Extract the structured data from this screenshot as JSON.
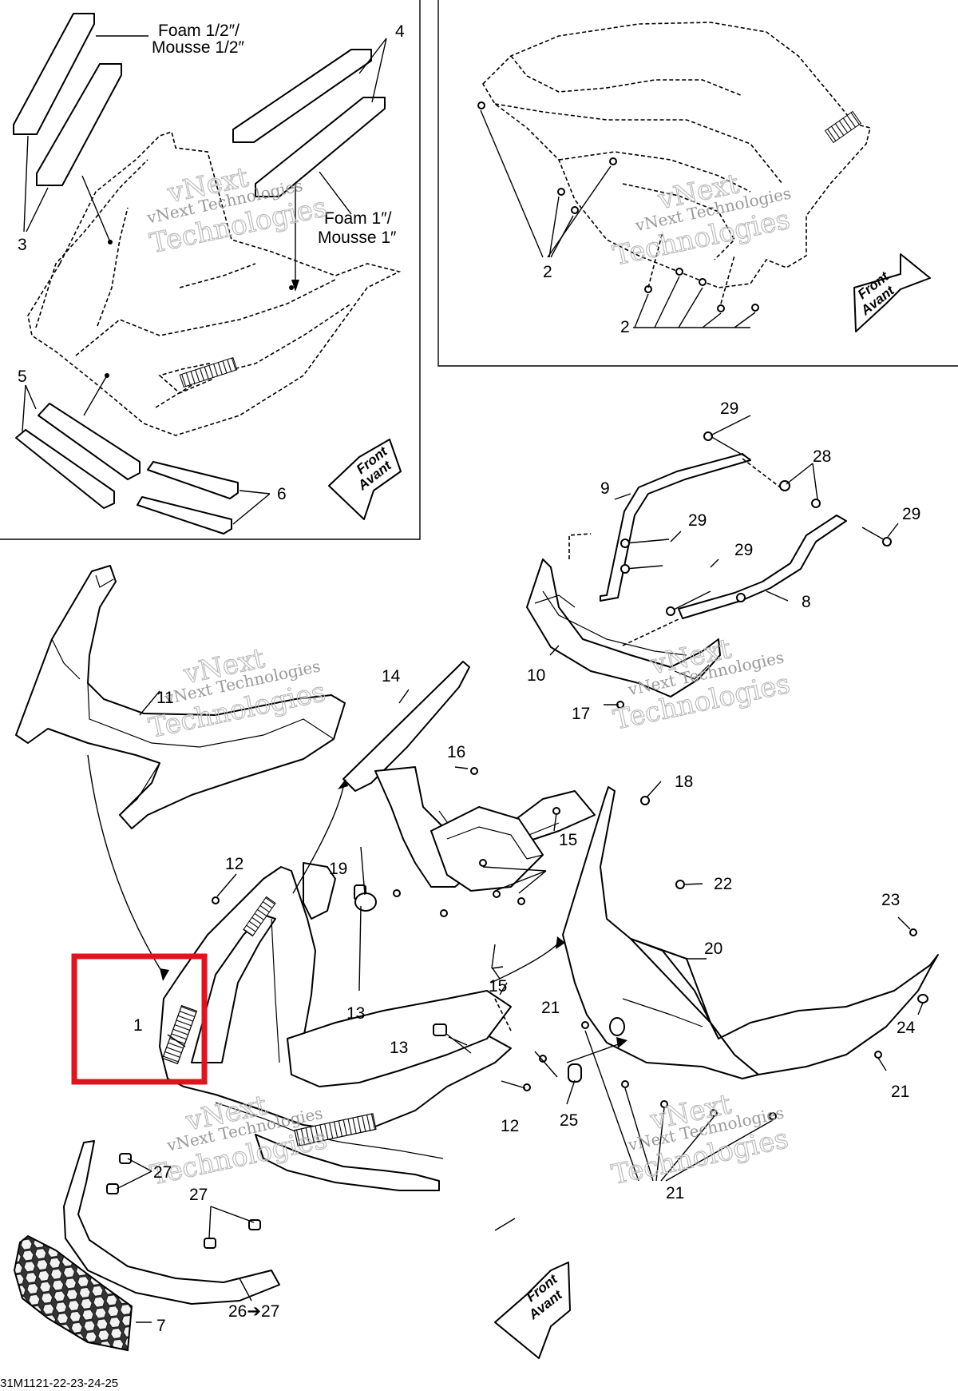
{
  "callouts": {
    "c1": "1",
    "c2a": "2",
    "c2b": "2",
    "c3": "3",
    "c4": "4",
    "c5": "5",
    "c6": "6",
    "c7": "7",
    "c8": "8",
    "c9": "9",
    "c10": "10",
    "c11": "11",
    "c12a": "12",
    "c12b": "12",
    "c13a": "13",
    "c13b": "13",
    "c14": "14",
    "c15a": "15",
    "c15b": "15",
    "c16": "16",
    "c17": "17",
    "c18": "18",
    "c19": "19",
    "c20": "20",
    "c21a": "21",
    "c21b": "21",
    "c21c": "21",
    "c22": "22",
    "c23": "23",
    "c24": "24",
    "c25": "25",
    "c26": "26➔27",
    "c27a": "27",
    "c27b": "27",
    "c28": "28",
    "c29a": "29",
    "c29b": "29",
    "c29c": "29"
  },
  "notes": {
    "foam_half_en": "Foam 1/2″/",
    "foam_half_fr": "Mousse 1/2″",
    "foam_one_en": "Foam 1″/",
    "foam_one_fr": "Mousse 1″"
  },
  "direction_arrows": {
    "line1": "Front",
    "line2": "Avant"
  },
  "watermark": {
    "line1": "vNext Technologies",
    "line2": "vNext",
    "line3": "Technologies"
  },
  "figure_code": "31M1121-22-23-24-25",
  "highlight": {
    "target_callout": "1",
    "color": "#e0141e"
  }
}
